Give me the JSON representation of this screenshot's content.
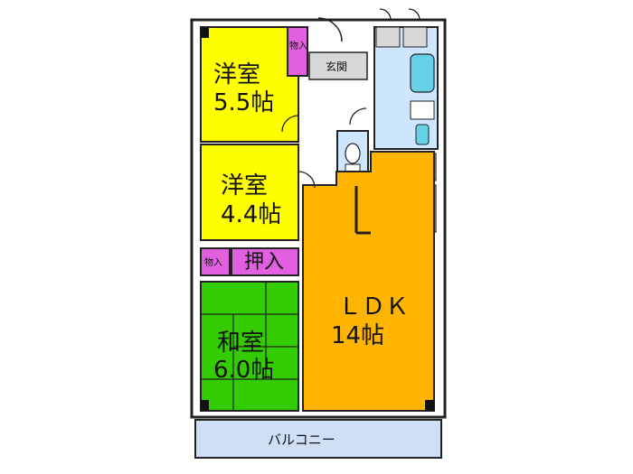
{
  "rooms": {
    "western1": {
      "name": "洋室",
      "size": "5.5帖"
    },
    "western2": {
      "name": "洋室",
      "size": "4.4帖"
    },
    "japanese": {
      "name": "和室",
      "size": "6.0帖"
    },
    "ldk": {
      "name": "ＬＤＫ",
      "size": "14帖"
    }
  },
  "storage": {
    "closet_top": "物入",
    "closet_small": "物入",
    "oshiire": "押入"
  },
  "entrance": "玄関",
  "balcony": "バルコニー",
  "colors": {
    "western": "#ffff00",
    "japanese": "#33cc00",
    "ldk": "#ffb400",
    "storage": "#e060e0",
    "wet": "#cfe6ff",
    "fixture": "#66d0e6",
    "balcony": "#cfe0f5",
    "entrance": "#d8d8d8"
  }
}
